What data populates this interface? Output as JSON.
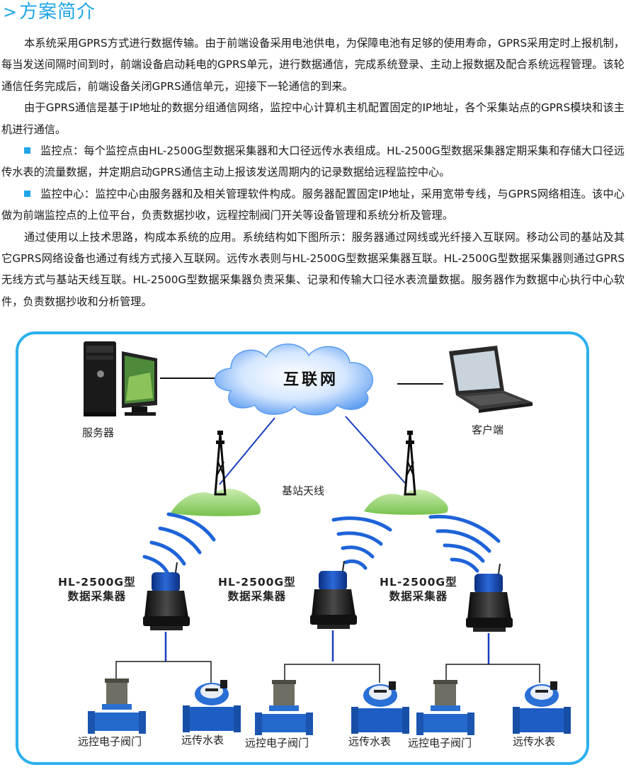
{
  "heading": {
    "chevron": ">",
    "title": "方案简介"
  },
  "paragraphs": [
    "本系统采用GPRS方式进行数据传输。由于前端设备采用电池供电，为保障电池有足够的使用寿命，GPRS采用定时上报机制，每当发送间隔时间到时，前端设备启动耗电的GPRS单元，进行数据通信，完成系统登录、主动上报数据及配合系统远程管理。该轮通信任务完成后，前端设备关闭GPRS通信单元，迎接下一轮通信的到来。",
    "由于GPRS通信是基于IP地址的数据分组通信网络，监控中心计算机主机配置固定的IP地址，各个采集站点的GPRS模块和该主机进行通信。"
  ],
  "bullets": [
    "监控点：每个监控点由HL-2500G型数据采集器和大口径远传水表组成。HL-2500G型数据采集器定期采集和存储大口径远传水表的流量数据，并定期启动GPRS通信主动上报该发送周期内的记录数据给远程监控中心。",
    "监控中心：监控中心由服务器和及相关管理软件构成。服务器配置固定IP地址，采用宽带专线，与GPRS网络相连。该中心做为前端监控点的上位平台，负责数据抄收，远程控制阀门开关等设备管理和系统分析及管理。"
  ],
  "closing_paragraph": "通过使用以上技术思路，构成本系统的应用。系统结构如下图所示：服务器通过网线或光纤接入互联网。移动公司的基站及其它GPRS网络设备也通过有线方式接入互联网。远传水表则与HL-2500G型数据采集器互联。HL-2500G型数据采集器则通过GPRS无线方式与基站天线互联。HL-2500G型数据采集器负责采集、记录和传输大口径水表流量数据。服务器作为数据中心执行中心软件，负责数据抄收和分析管理。",
  "diagram": {
    "cloud_label": "互联网",
    "server_label": "服务器",
    "client_label": "客户端",
    "antenna_label": "基站天线",
    "collectors": [
      {
        "model": "HL-2500G型",
        "name": "数据采集器"
      },
      {
        "model": "HL-2500G型",
        "name": "数据采集器"
      },
      {
        "model": "HL-2500G型",
        "name": "数据采集器"
      }
    ],
    "devices": [
      {
        "valve": "远控电子阀门",
        "meter": "远传水表"
      },
      {
        "valve": "远控电子阀门",
        "meter": "远传水表"
      },
      {
        "valve": "远控电子阀门",
        "meter": "远传水表"
      }
    ]
  },
  "colors": {
    "accent": "#1ea6e6",
    "border": "#2bb0ee",
    "wire": "#1a3fbf",
    "cloud": "#4a8ee8"
  }
}
